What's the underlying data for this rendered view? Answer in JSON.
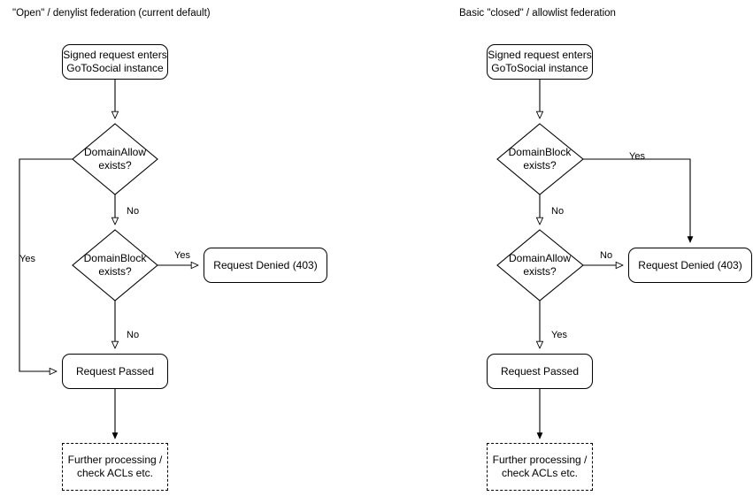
{
  "diagrams": [
    {
      "title": "\"Open\" / denylist federation (current default)",
      "nodes": {
        "start": "Signed request enters\nGoToSocial instance",
        "start_line1": "Signed request enters",
        "start_line2": "GoToSocial instance",
        "decision1_line1": "DomainAllow",
        "decision1_line2": "exists?",
        "decision2_line1": "DomainBlock",
        "decision2_line2": "exists?",
        "denied": "Request Denied (403)",
        "passed": "Request Passed",
        "further_line1": "Further processing /",
        "further_line2": "check ACLs etc."
      },
      "edge_labels": {
        "allow_yes": "Yes",
        "allow_no": "No",
        "block_yes": "Yes",
        "block_no": "No"
      }
    },
    {
      "title": "Basic \"closed\" / allowlist federation",
      "nodes": {
        "start": "Signed request enters\nGoToSocial instance",
        "start_line1": "Signed request enters",
        "start_line2": "GoToSocial instance",
        "decision1_line1": "DomainBlock",
        "decision1_line2": "exists?",
        "decision2_line1": "DomainAllow",
        "decision2_line2": "exists?",
        "denied": "Request Denied (403)",
        "passed": "Request Passed",
        "further_line1": "Further processing /",
        "further_line2": "check ACLs etc."
      },
      "edge_labels": {
        "block_yes": "Yes",
        "block_no": "No",
        "allow_no": "No",
        "allow_yes": "Yes"
      }
    }
  ],
  "style": {
    "stroke": "#000000",
    "fill": "#ffffff",
    "background": "#ffffff"
  }
}
